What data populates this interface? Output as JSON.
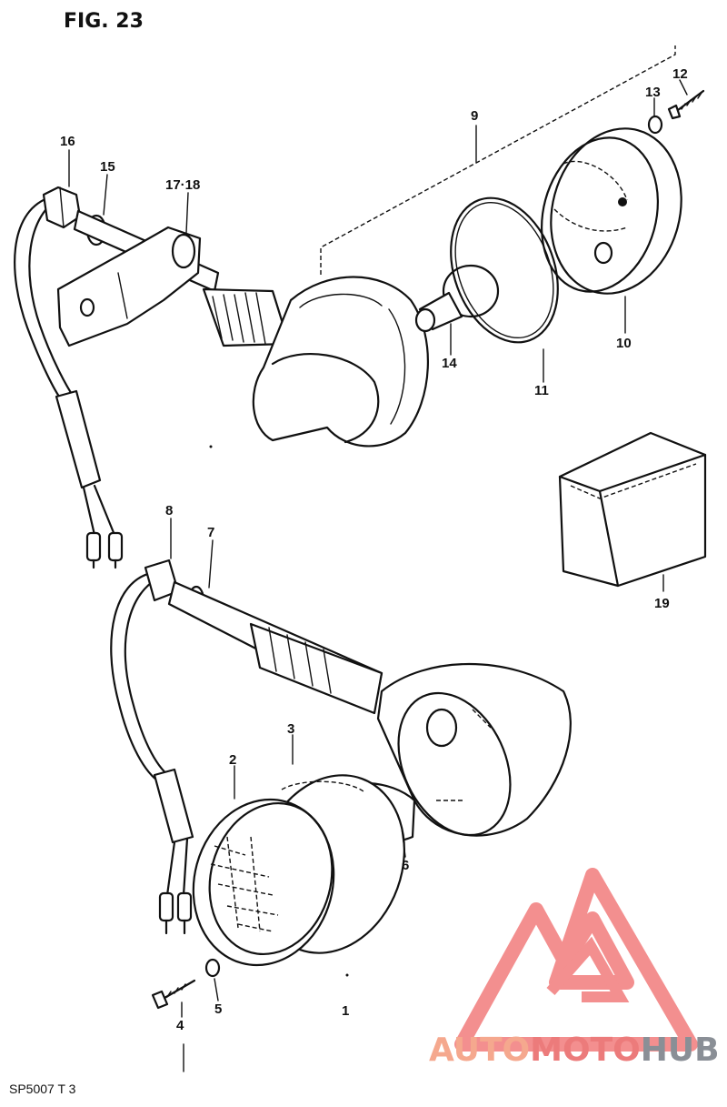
{
  "figure": {
    "title": "FIG. 23",
    "footer_code": "SP5007 T 3"
  },
  "callouts": {
    "c1": "1",
    "c2": "2",
    "c3": "3",
    "c4": "4",
    "c5": "5",
    "c6": "6",
    "c7": "7",
    "c8": "8",
    "c9": "9",
    "c10": "10",
    "c11": "11",
    "c12": "12",
    "c13": "13",
    "c14": "14",
    "c15": "15",
    "c16": "16",
    "c17_18": "17·18",
    "c19": "19"
  },
  "watermark": {
    "part1": "AUTO",
    "part2": "MOTO",
    "part3": "HUB",
    "colors": {
      "auto": "#f5a88e",
      "moto": "#ec7b7b",
      "hub": "#8a8f96",
      "logo": "#f07070"
    }
  }
}
